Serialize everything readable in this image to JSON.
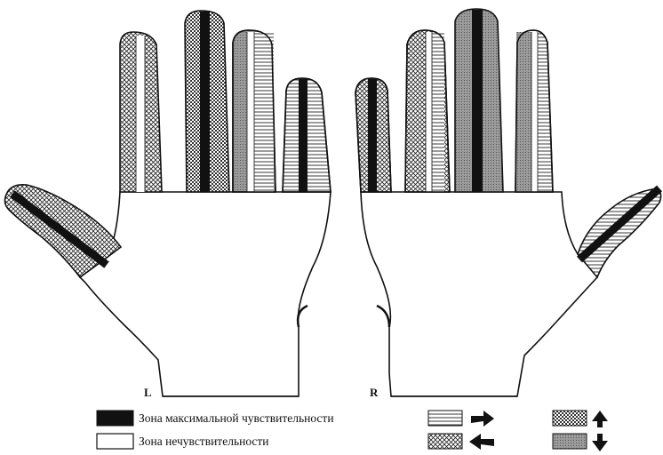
{
  "hands": {
    "left_label": "L",
    "right_label": "R"
  },
  "legend": {
    "max_sensitivity": "Зона максимальной чувствительности",
    "insensitivity": "Зона нечувствительности"
  },
  "arrow_legend": [
    {
      "pattern": "horizontal-lines",
      "arrow": "right-arrow-icon"
    },
    {
      "pattern": "crosshatch",
      "arrow": "left-arrow-icon"
    },
    {
      "pattern": "dots",
      "arrow": "up-arrow-icon"
    },
    {
      "pattern": "dense-grey",
      "arrow": "down-arrow-icon"
    }
  ],
  "colors": {
    "ink": "#111111",
    "paper": "#ffffff",
    "grey_zone": "#9a9a9a"
  }
}
